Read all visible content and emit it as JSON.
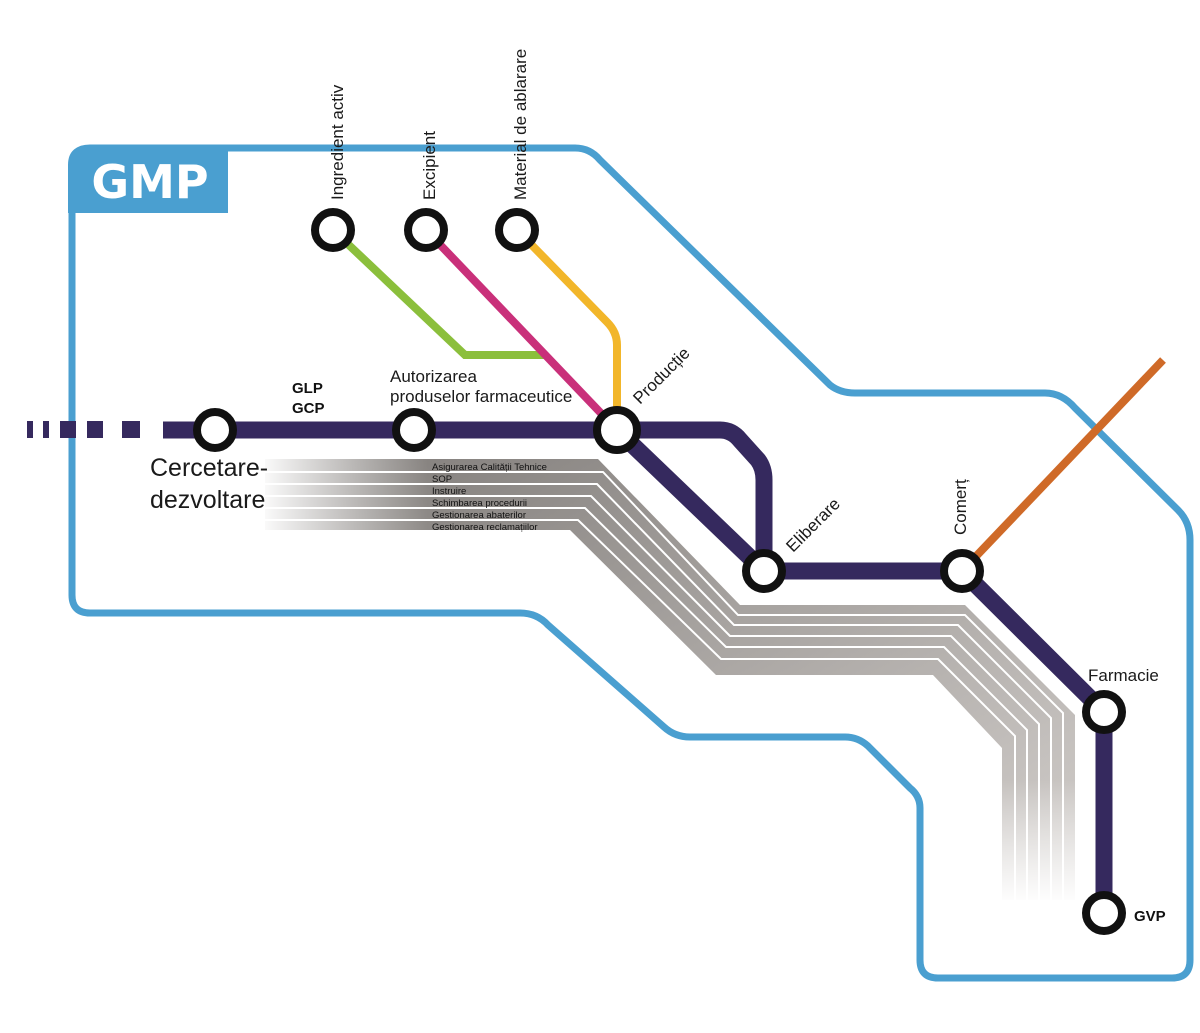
{
  "title": "GMP",
  "colors": {
    "gmp_boundary": "#4a9fd0",
    "main_line": "#35295e",
    "ingredient_line": "#8bbf3c",
    "excipient_line": "#c9307a",
    "material_line": "#f2b62a",
    "trade_line": "#cf6a28",
    "quality_band": "#8a8684"
  },
  "stations": {
    "ingredient": "Ingredient activ",
    "excipient": "Excipient",
    "material": "Material de ablarare",
    "production": "Producție",
    "release": "Eliberare",
    "trade": "Comerț",
    "pharmacy": "Farmacie",
    "gvp": "GVP",
    "authorization_line1": "Autorizarea",
    "authorization_line2": "produselor farmaceutice",
    "research_line1": "Cercetare-",
    "research_line2": "dezvoltare"
  },
  "practices": {
    "glp": "GLP",
    "gcp": "GCP"
  },
  "quality_bands": [
    "Asigurarea Calității Tehnice",
    "SOP",
    "Instruire",
    "Schimbarea procedurii",
    "Gestionarea abaterilor",
    "Gestionarea reclamațiilor"
  ]
}
